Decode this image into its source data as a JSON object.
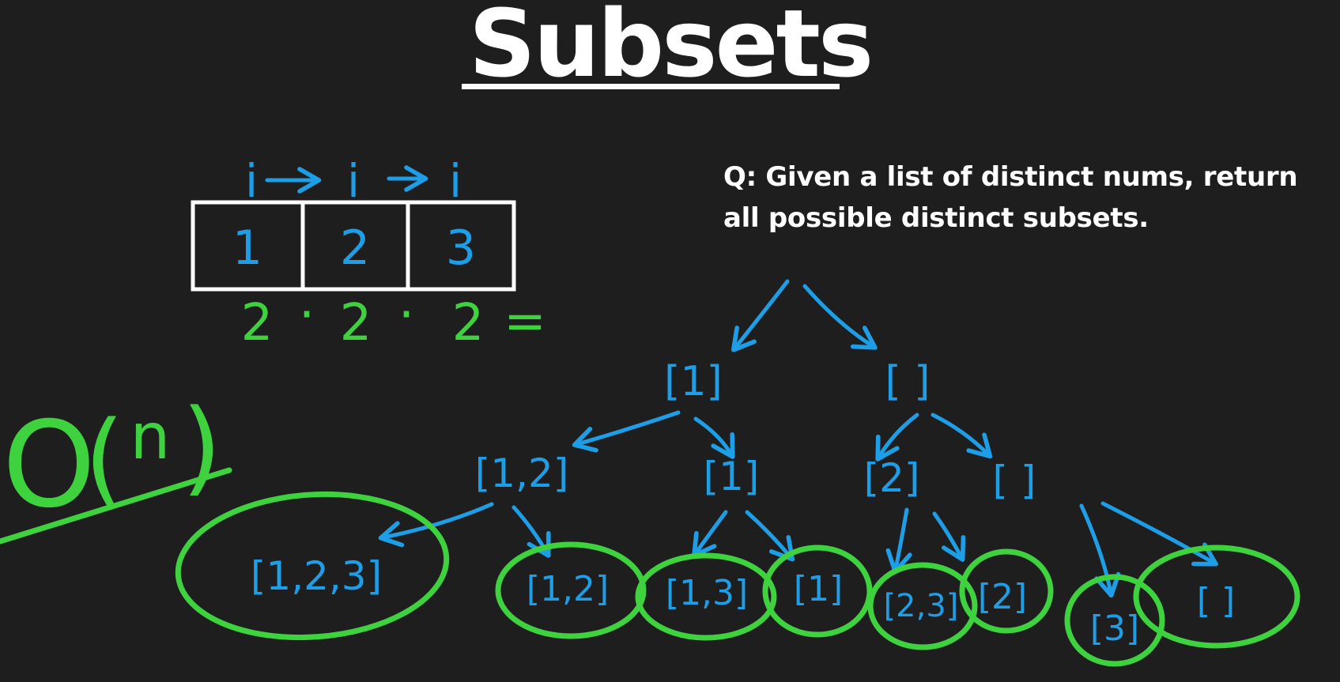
{
  "title": "Subsets",
  "question": "Q: Given a list of distinct nums, return all possible distinct subsets.",
  "colors": {
    "background": "#1e1e1e",
    "text": "#ffffff",
    "blue": "#1e9ee6",
    "green": "#3fd23f"
  },
  "array": {
    "cells": [
      "1",
      "2",
      "3"
    ],
    "pointer_labels": [
      "i",
      "i",
      "i"
    ]
  },
  "count_formula": [
    "2",
    "·",
    "2",
    "·",
    "2",
    "="
  ],
  "complexity": [
    "O",
    "(",
    "n",
    ")"
  ],
  "tree": {
    "level1": [
      "[1]",
      "[ ]"
    ],
    "level2": [
      "[1,2]",
      "[1]",
      "[2]",
      "[ ]"
    ],
    "leaves": [
      "[1,2,3]",
      "[1,2]",
      "[1,3]",
      "[1]",
      "[2,3]",
      "[2]",
      "[3]",
      "[ ]"
    ]
  }
}
